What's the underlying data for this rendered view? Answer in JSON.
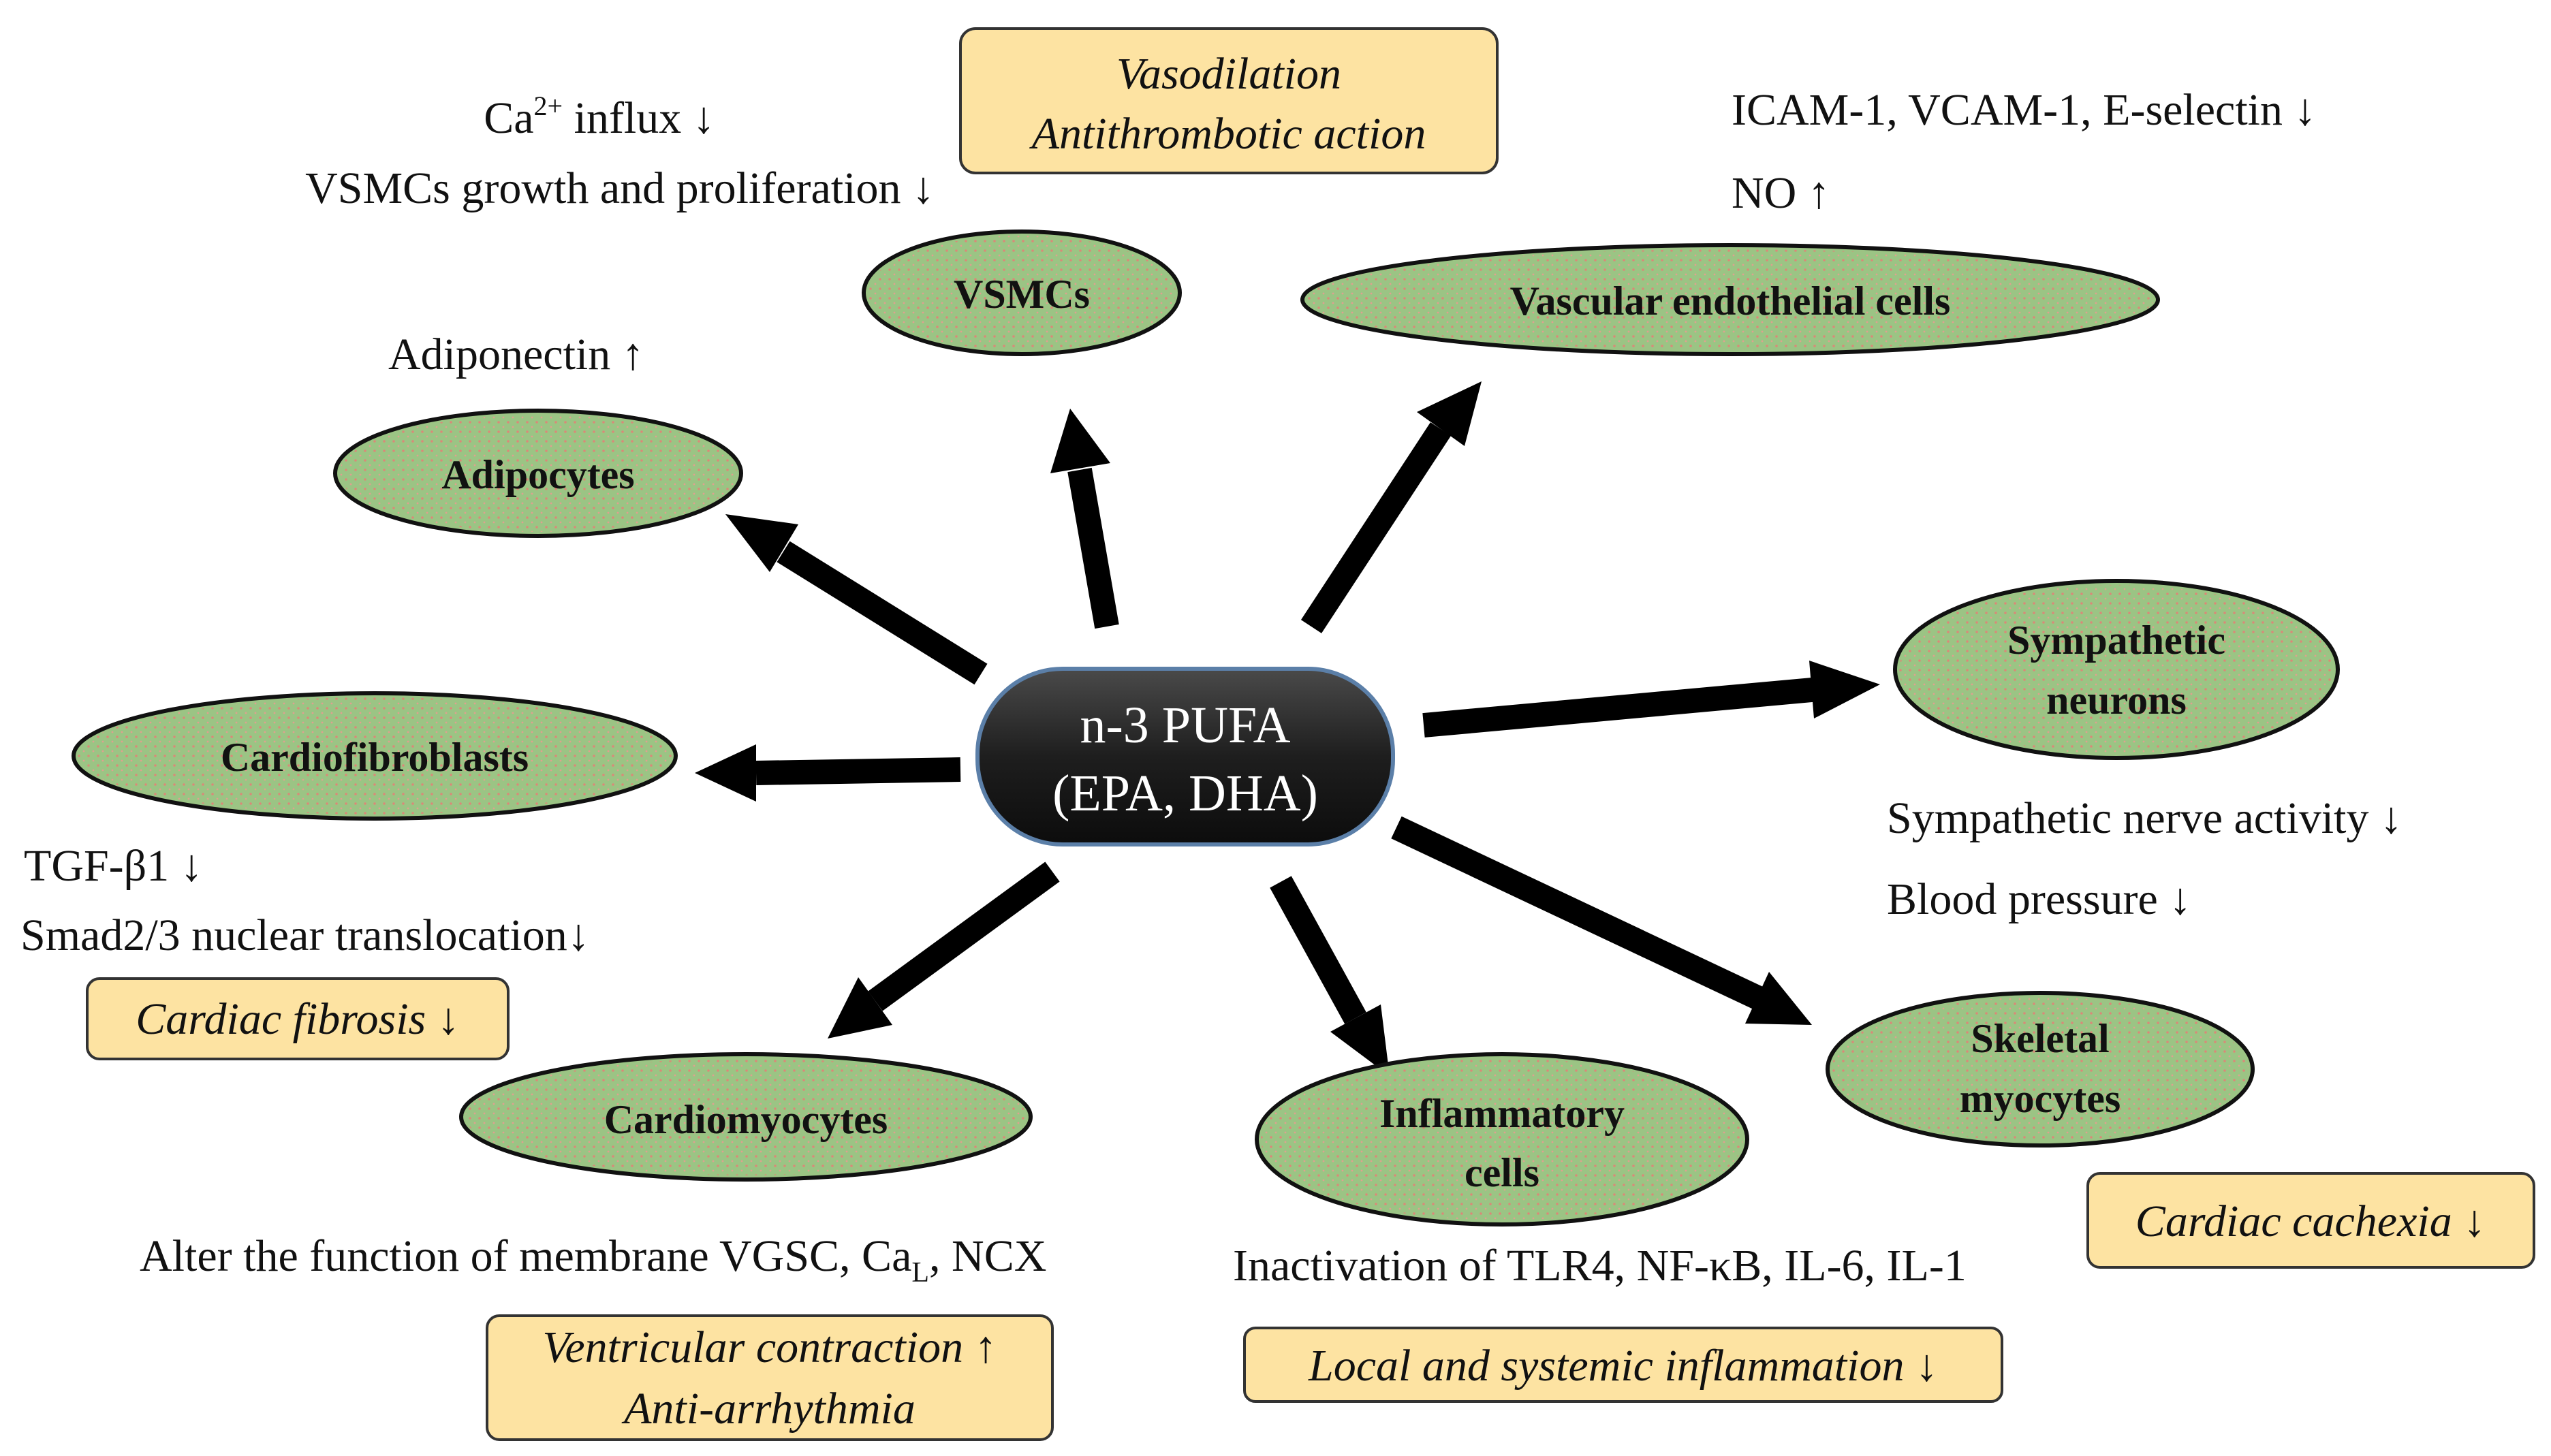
{
  "center": {
    "line1": "n-3 PUFA",
    "line2": "(EPA, DHA)"
  },
  "nodes": {
    "vsmcs": "VSMCs",
    "vascular_endothelial": "Vascular endothelial cells",
    "adipocytes": "Adipocytes",
    "sympathetic_line1": "Sympathetic",
    "sympathetic_line2": "neurons",
    "cardiofibroblasts": "Cardiofibroblasts",
    "skeletal_line1": "Skeletal",
    "skeletal_line2": "myocytes",
    "cardiomyocytes": "Cardiomyocytes",
    "inflammatory_line1": "Inflammatory",
    "inflammatory_line2": "cells"
  },
  "effects": {
    "vsmcs_ca_base": "Ca",
    "vsmcs_ca_sup": "2+",
    "vsmcs_ca_rest": " influx ↓",
    "vsmcs_growth": "VSMCs growth and proliferation ↓",
    "endothelial_adhesion": "ICAM-1, VCAM-1, E-selectin ↓",
    "endothelial_no": "NO ↑",
    "adiponectin": "Adiponectin ↑",
    "sympathetic_activity": "Sympathetic nerve activity ↓",
    "blood_pressure": "Blood pressure ↓",
    "tgf": "TGF-β1 ↓",
    "smad": "Smad2/3 nuclear translocation↓",
    "cardiomyocyte_membrane_base": "Alter the function of membrane VGSC, Ca",
    "cardiomyocyte_membrane_sub": "L",
    "cardiomyocyte_membrane_rest": ", NCX",
    "inflammatory_inactivation": "Inactivation of TLR4, NF-κB, IL-6, IL-1"
  },
  "outcomes": {
    "vasodilation": "Vasodilation",
    "antithrombotic": "Antithrombotic action",
    "cardiac_fibrosis": "Cardiac fibrosis ↓",
    "ventricular_contraction": "Ventricular contraction ↑",
    "anti_arrhythmia": "Anti-arrhythmia",
    "local_inflammation": "Local and systemic inflammation ↓",
    "cardiac_cachexia": "Cardiac cachexia ↓"
  },
  "colors": {
    "node_fill": "#9bc484",
    "center_fill": "#1f1f1f",
    "outcome_fill": "#fde3a2",
    "arrow": "#000000"
  }
}
